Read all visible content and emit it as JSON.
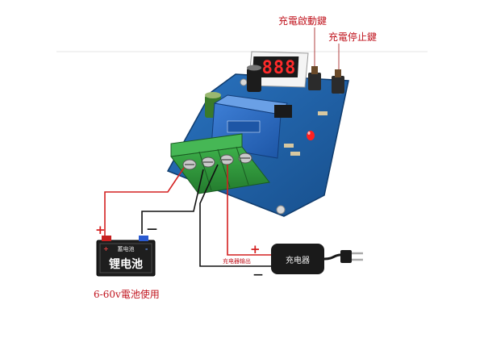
{
  "labels": {
    "start_button": "充電啟動鍵",
    "stop_button": "充電停止鍵",
    "battery_range": "6-60v電池使用",
    "charger_output": "充电器输出"
  },
  "battery": {
    "top_label": "蓄电池",
    "main_label": "锂电池",
    "pos_symbol": "+",
    "neg_symbol": "-"
  },
  "charger": {
    "label": "充电器"
  },
  "polarity": {
    "battery_plus": "+",
    "battery_minus": "—",
    "charger_plus": "+",
    "charger_minus": "—"
  },
  "display": {
    "digits": "888"
  },
  "colors": {
    "pcb": "#1c5fa8",
    "terminal": "#2f9a3a",
    "wire_red": "#d42020",
    "wire_black": "#111111",
    "label_red": "#c0141e",
    "display_digits": "#ff2a2a"
  }
}
